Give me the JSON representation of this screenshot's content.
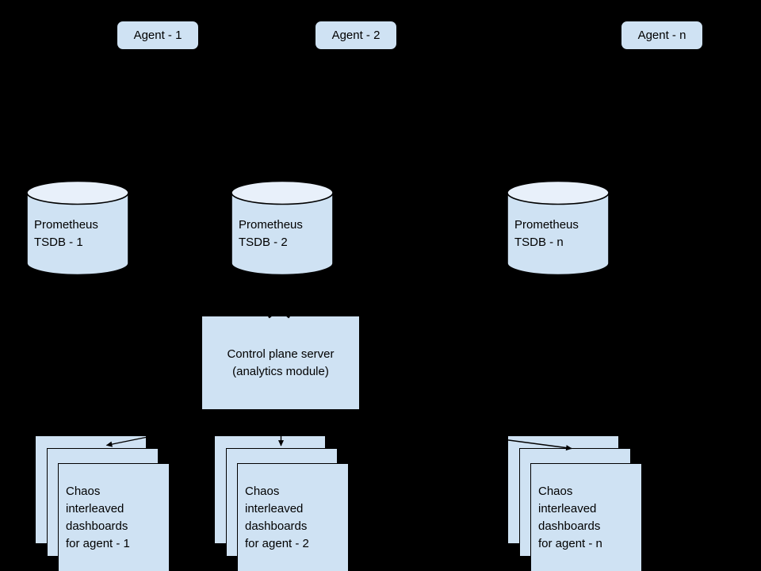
{
  "diagram": {
    "colors": {
      "bg": "#000000",
      "shape_fill": "#cfe2f3",
      "cylinder_top_fill": "#e8f0fa",
      "connector": "#000000",
      "text": "#000000"
    },
    "agents": [
      {
        "label": "Agent - 1"
      },
      {
        "label": "Agent - 2"
      },
      {
        "label": "Agent - n"
      }
    ],
    "tsdbs": [
      {
        "label": "Prometheus\nTSDB - 1"
      },
      {
        "label": "Prometheus\nTSDB - 2"
      },
      {
        "label": "Prometheus\nTSDB - n"
      }
    ],
    "control_plane": {
      "label": "Control plane server\n(analytics module)"
    },
    "dashboards": [
      {
        "label": "Chaos\ninterleaved\ndashboards\nfor agent - 1"
      },
      {
        "label": "Chaos\ninterleaved\ndashboards\nfor agent - 2"
      },
      {
        "label": "Chaos\ninterleaved\ndashboards\nfor agent - n"
      }
    ]
  }
}
